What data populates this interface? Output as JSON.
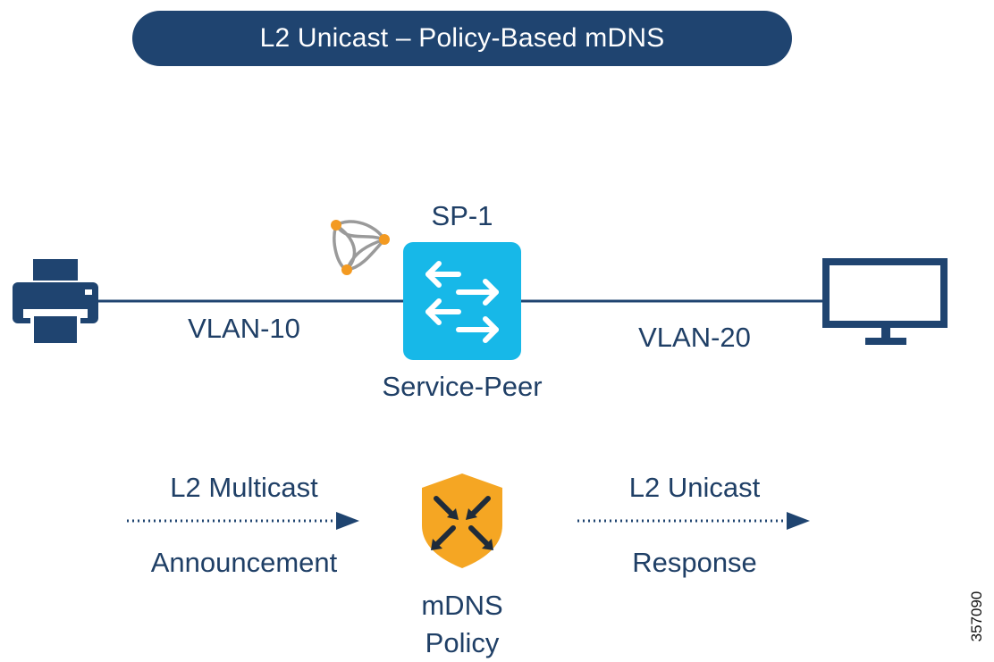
{
  "title": "L2 Unicast – Policy-Based mDNS",
  "nodes": {
    "sp_label": "SP-1",
    "switch_label": "Service-Peer",
    "vlan_left": "VLAN-10",
    "vlan_right": "VLAN-20",
    "policy_label_line1": "mDNS",
    "policy_label_line2": "Policy"
  },
  "flow": {
    "left_top": "L2 Multicast",
    "left_bottom": "Announcement",
    "right_top": "L2 Unicast",
    "right_bottom": "Response"
  },
  "figure_id": "357090",
  "colors": {
    "navy": "#1f4470",
    "text": "#1f3f66",
    "switch": "#17b8e8",
    "shield": "#f5a623",
    "orange_dot": "#f39a21",
    "gray": "#9a9a9a"
  }
}
